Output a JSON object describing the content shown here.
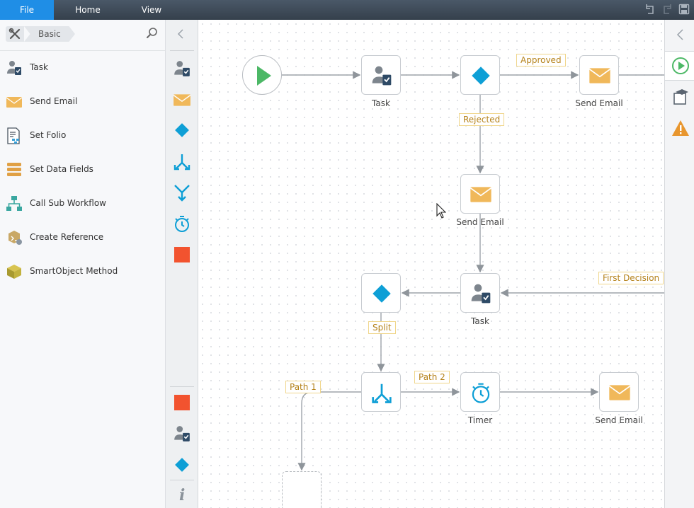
{
  "menu": {
    "file": "File",
    "home": "Home",
    "view": "View"
  },
  "left_panel": {
    "breadcrumb": "Basic",
    "items": [
      {
        "label": "Task",
        "icon": "task-icon"
      },
      {
        "label": "Send Email",
        "icon": "email-icon"
      },
      {
        "label": "Set Folio",
        "icon": "folio-icon"
      },
      {
        "label": "Set Data Fields",
        "icon": "data-fields-icon"
      },
      {
        "label": "Call Sub Workflow",
        "icon": "sub-workflow-icon"
      },
      {
        "label": "Create Reference",
        "icon": "reference-icon"
      },
      {
        "label": "SmartObject Method",
        "icon": "smartobject-icon"
      }
    ]
  },
  "middle_toolbar": {
    "icons": [
      "task-icon",
      "email-icon",
      "decision-icon",
      "split-icon",
      "merge-icon",
      "timer-icon",
      "end-icon"
    ],
    "bottom_icons": [
      "end-icon",
      "task-icon",
      "decision-icon",
      "info-icon"
    ]
  },
  "canvas": {
    "nodes": {
      "task1": "Task",
      "email1": "Send Email",
      "email2": "Send Email",
      "task2": "Task",
      "timer": "Timer",
      "email3": "Send Email"
    },
    "edge_labels": {
      "approved": "Approved",
      "rejected": "Rejected",
      "first_decision": "First Decision",
      "split": "Split",
      "path1": "Path 1",
      "path2": "Path 2"
    }
  },
  "colors": {
    "accent": "#1f8ee6",
    "decision": "#0e9fd6",
    "email": "#f0b85a",
    "start": "#4cb866",
    "end": "#f2532f",
    "label_border": "#f0d68c",
    "label_text": "#b5821a",
    "warning": "#e8962e"
  }
}
